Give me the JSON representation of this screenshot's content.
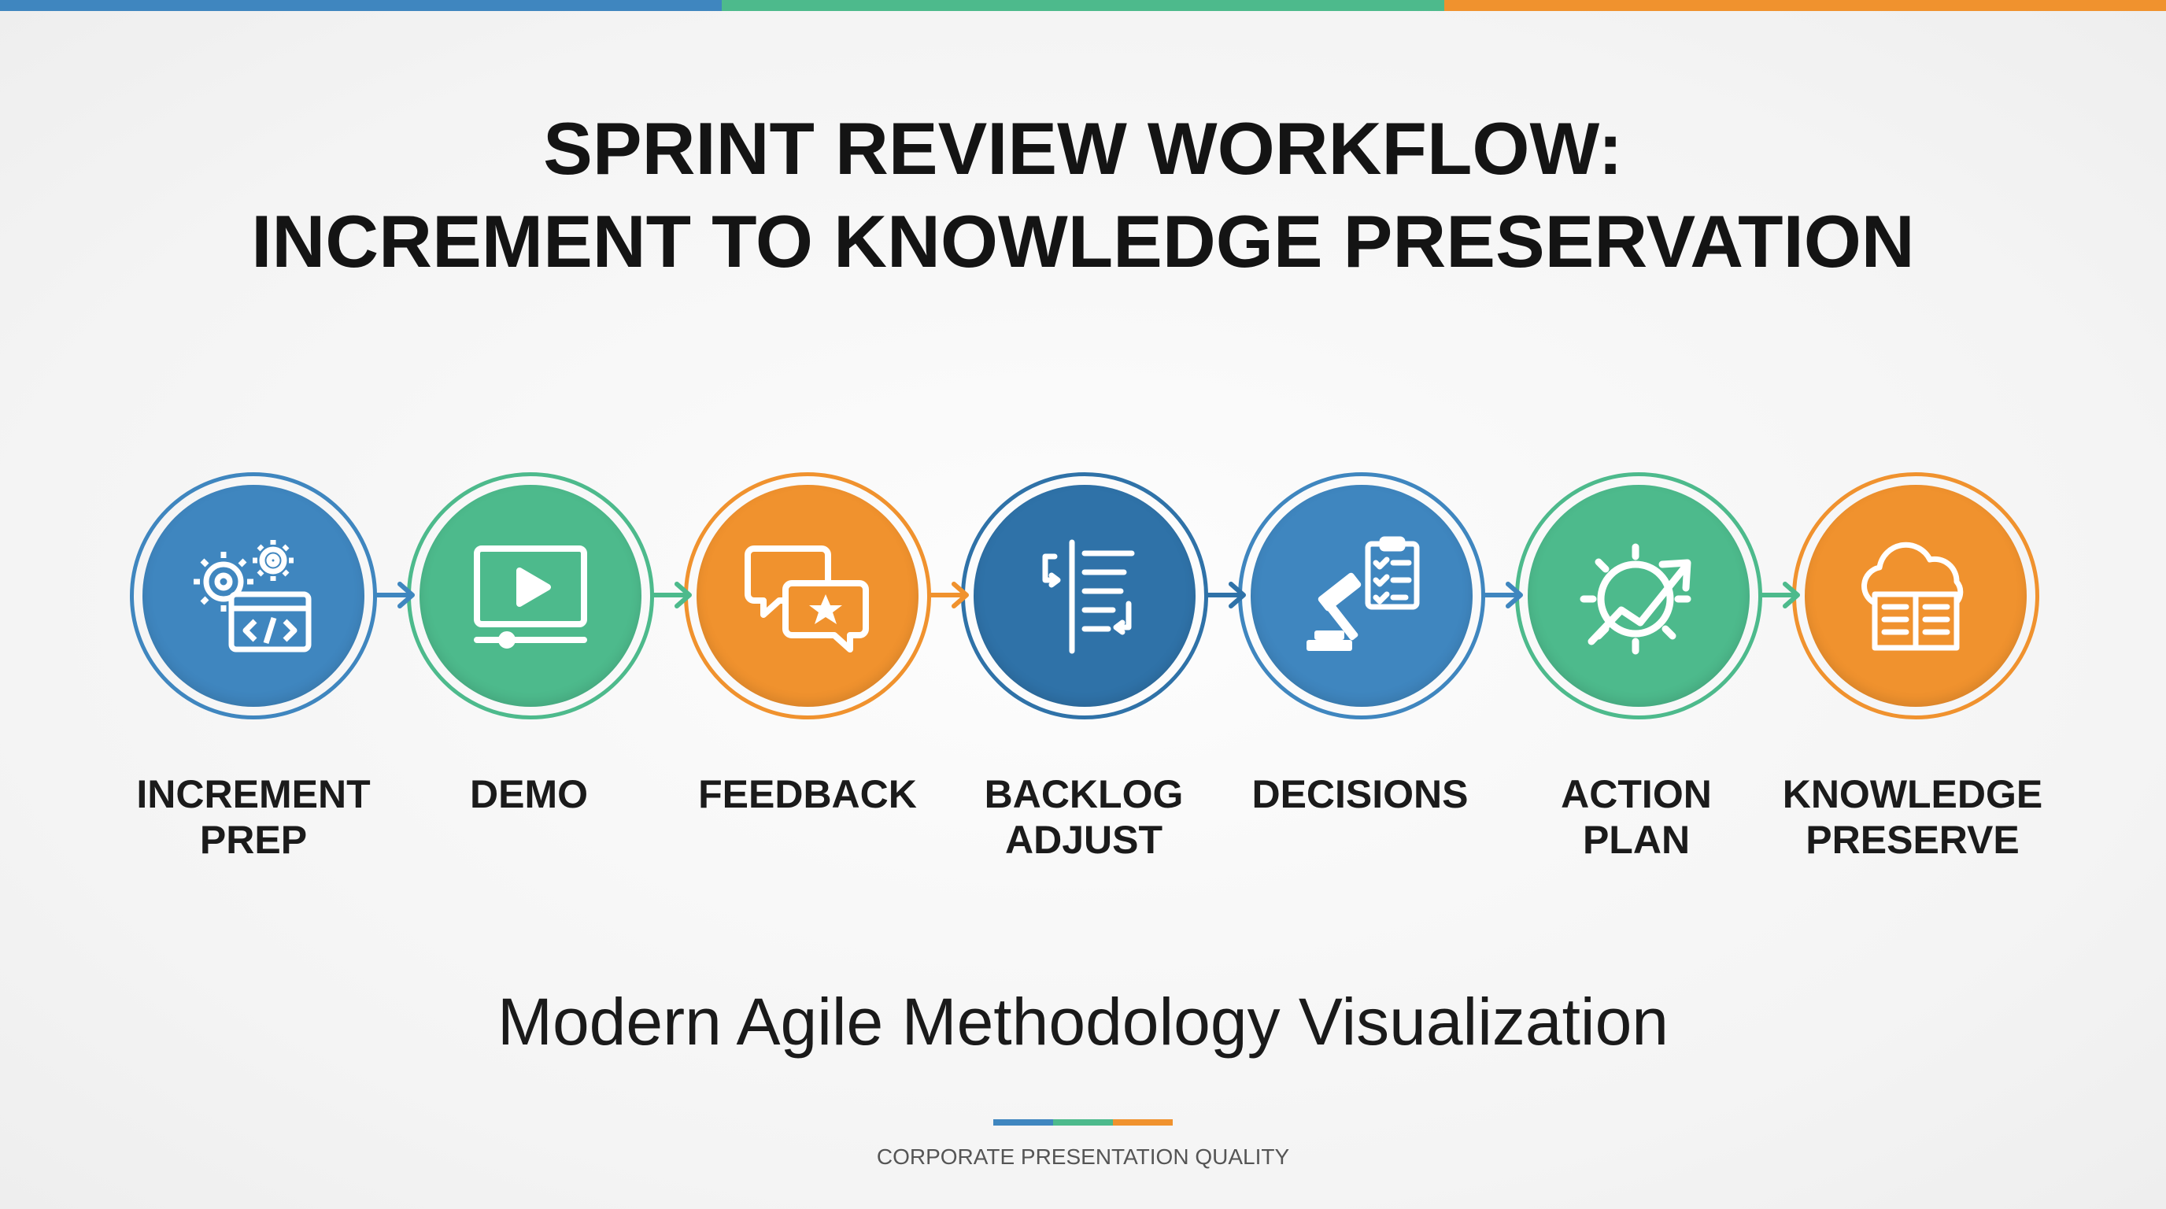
{
  "colors": {
    "blue": "#3f86bf",
    "green": "#4dba8c",
    "orange": "#f0922e",
    "dark_blue": "#2f72a8"
  },
  "title": {
    "line1": "SPRINT REVIEW WORKFLOW:",
    "line2": "INCREMENT TO KNOWLEDGE PRESERVATION"
  },
  "steps": [
    {
      "line1": "INCREMENT",
      "line2": "PREP",
      "icon": "code-window-gears-icon",
      "color": "blue"
    },
    {
      "line1": "DEMO",
      "line2": "",
      "icon": "video-player-icon",
      "color": "green"
    },
    {
      "line1": "FEEDBACK",
      "line2": "",
      "icon": "chat-bubbles-star-icon",
      "color": "orange"
    },
    {
      "line1": "BACKLOG",
      "line2": "ADJUST",
      "icon": "backlog-list-icon",
      "color": "dark_blue"
    },
    {
      "line1": "DECISIONS",
      "line2": "",
      "icon": "gavel-checklist-icon",
      "color": "blue"
    },
    {
      "line1": "ACTION",
      "line2": "PLAN",
      "icon": "gear-growth-arrow-icon",
      "color": "green"
    },
    {
      "line1": "KNOWLEDGE",
      "line2": "PRESERVE",
      "icon": "cloud-book-icon",
      "color": "orange"
    }
  ],
  "subtitle": "Modern Agile Methodology Visualization",
  "footer": "CORPORATE PRESENTATION QUALITY"
}
